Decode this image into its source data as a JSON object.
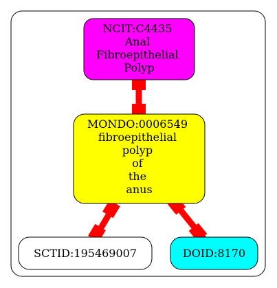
{
  "nodes": {
    "ncit": {
      "lines": [
        "NCIT:C4435",
        "Anal",
        "Fibroepithelial",
        "Polyp"
      ],
      "fill": "#ff00ff"
    },
    "mondo": {
      "lines": [
        "MONDO:0006549",
        "fibroepithelial",
        "polyp",
        "of",
        "the",
        "anus"
      ],
      "fill": "#ffff00"
    },
    "sctid": {
      "lines": [
        "SCTID:195469007"
      ],
      "fill": "#ffffff"
    },
    "doid": {
      "lines": [
        "DOID:8170"
      ],
      "fill": "#00ffff"
    }
  },
  "colors": {
    "edge": "#ff0000",
    "stroke": "#000000",
    "background": "#ffffff"
  }
}
